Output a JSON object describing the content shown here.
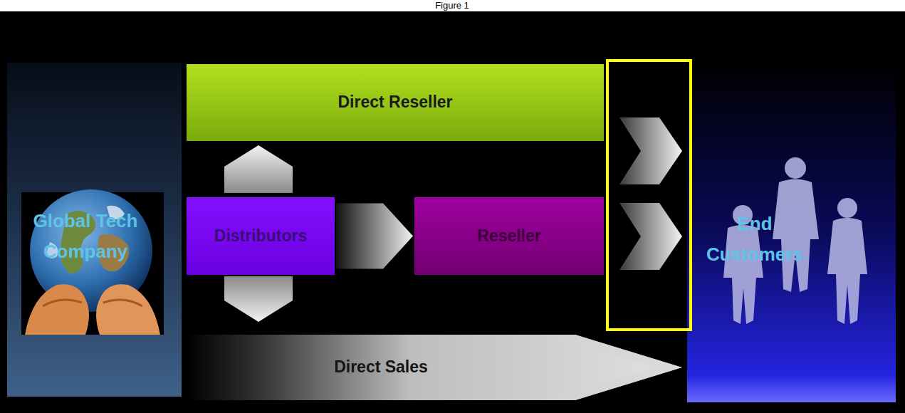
{
  "diagram": {
    "caption": "Figure 1",
    "nodes": [
      {
        "text": [
          "Global Tech Company"
        ]
      },
      {
        "text": [
          "Direct Reseller"
        ]
      },
      {
        "text": [
          "Distributors"
        ]
      },
      {
        "text": [
          "Reseller"
        ]
      },
      {
        "text": [
          "Direct Sales"
        ]
      },
      {
        "text": [
          "End Customers"
        ]
      }
    ],
    "edges": [
      {
        "from": 2,
        "to": 3,
        "arrow": "to"
      },
      {
        "from": 2,
        "to": 1,
        "arrow": "to"
      },
      {
        "from": 2,
        "to": 4,
        "arrow": "to"
      },
      {
        "from": 1,
        "to": 5,
        "arrow": "to"
      },
      {
        "from": 3,
        "to": 5,
        "arrow": "to"
      }
    ]
  }
}
